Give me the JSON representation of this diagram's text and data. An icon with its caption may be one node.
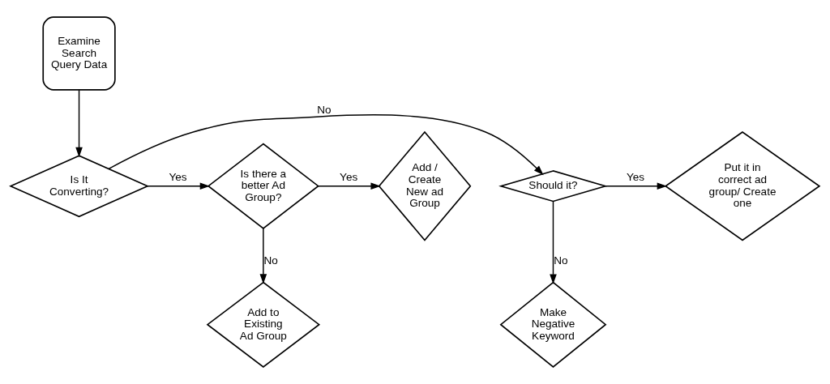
{
  "diagram": {
    "nodes": [
      {
        "text": [
          "Examine Search Query Data"
        ]
      },
      {
        "text": [
          "Is It Converting?"
        ]
      },
      {
        "text": [
          "Should it?"
        ]
      },
      {
        "text": [
          "Put it in correct ad group/ Create one"
        ]
      },
      {
        "text": [
          "Make Negative Keyword"
        ]
      },
      {
        "text": [
          "Is there a better Ad Group?"
        ]
      },
      {
        "text": [
          "Add / Create New ad Group"
        ]
      },
      {
        "text": [
          "Add to Existing Ad Group"
        ]
      }
    ],
    "edges": [
      {
        "from": 0,
        "to": 1,
        "arrow": "to"
      },
      {
        "from": 1,
        "to": 2,
        "arrow": "to",
        "label": "No"
      },
      {
        "from": 2,
        "to": 3,
        "arrow": "to",
        "label": "Yes"
      },
      {
        "from": 2,
        "to": 4,
        "arrow": "to",
        "label": "No"
      },
      {
        "from": 1,
        "to": 5,
        "arrow": "to",
        "label": "Yes"
      },
      {
        "from": 5,
        "to": 6,
        "arrow": "to",
        "label": "Yes"
      },
      {
        "from": 5,
        "to": 7,
        "arrow": "to",
        "label": "No"
      }
    ]
  }
}
